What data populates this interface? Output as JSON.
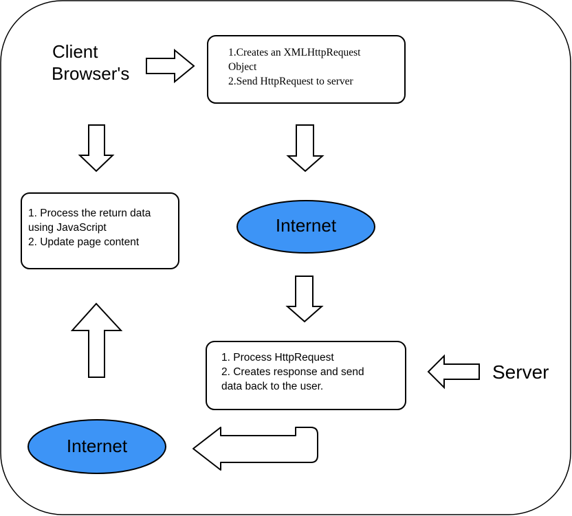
{
  "colors": {
    "ellipse_fill": "#3d94f6",
    "stroke": "#000000",
    "background": "#ffffff"
  },
  "labels": {
    "client_line1": "Client",
    "client_line2": "Browser's",
    "server": "Server"
  },
  "boxes": {
    "create_request": {
      "lines": [
        "1.Creates an XMLHttpRequest",
        "Object",
        "2.Send HttpRequest to server"
      ]
    },
    "process_return": {
      "lines": [
        "1. Process the return data",
        "using JavaScript",
        "2. Update page content"
      ]
    },
    "process_request": {
      "lines": [
        "1. Process HttpRequest",
        "2. Creates response and send",
        "data back to the user."
      ]
    }
  },
  "internet_nodes": {
    "top": "Internet",
    "bottom": "Internet"
  }
}
